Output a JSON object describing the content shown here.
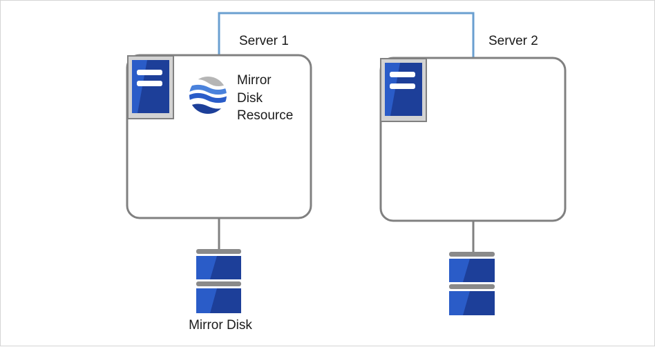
{
  "diagram": {
    "servers": [
      {
        "id": "server-1",
        "label": "Server 1",
        "resource_lines": [
          "Mirror",
          "Disk",
          "Resource"
        ],
        "resource_icon": "mirror-disk-resource-icon",
        "server_icon": "server-icon",
        "disk_icon": "disk-stack-icon"
      },
      {
        "id": "server-2",
        "label": "Server 2",
        "server_icon": "server-icon",
        "disk_icon": "disk-stack-icon"
      }
    ],
    "disk_label": "Mirror Disk",
    "colors": {
      "connector": "#6a9fd0",
      "box_stroke": "#808080",
      "icon_bg": "#d3d3d3",
      "icon_blue": "#2a5cc8",
      "icon_dark": "#1d3f99",
      "disk_gray": "#8a8a8a",
      "wave_blue": "#2a5cc8",
      "wave_gray": "#b5b5b5"
    }
  }
}
